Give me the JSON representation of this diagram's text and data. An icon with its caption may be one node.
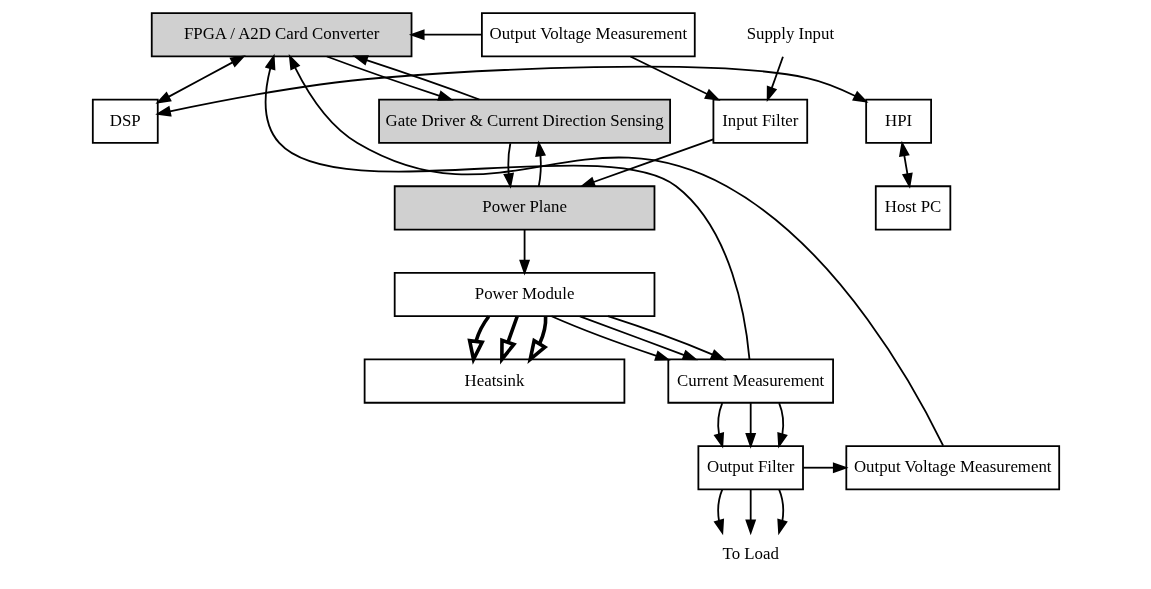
{
  "diagram": {
    "nodes": [
      {
        "text": [
          "FPGA / A2D Card Converter"
        ]
      },
      {
        "text": [
          "DSP"
        ]
      },
      {
        "text": [
          "HPI"
        ]
      },
      {
        "text": [
          "Host PC"
        ]
      },
      {
        "text": [
          "Gate Driver & Current Direction Sensing"
        ]
      },
      {
        "text": [
          "Output Voltage Measurement"
        ]
      },
      {
        "text": [
          "Supply Input"
        ]
      },
      {
        "text": [
          "Power Plane"
        ]
      },
      {
        "text": [
          "Input Filter"
        ]
      },
      {
        "text": [
          "Power Module"
        ]
      },
      {
        "text": [
          "Current Measurement"
        ]
      },
      {
        "text": [
          "Output Voltage Measurement"
        ]
      },
      {
        "text": [
          "Output Filter"
        ]
      },
      {
        "text": [
          "Heatsink"
        ]
      },
      {
        "text": [
          "To Load"
        ]
      }
    ],
    "edges": [
      {
        "from": 0,
        "to": 1,
        "arrow": "both"
      },
      {
        "from": 2,
        "to": 1,
        "arrow": "both"
      },
      {
        "from": 2,
        "to": 3,
        "arrow": "both"
      },
      {
        "from": 4,
        "to": 0,
        "arrow": "to"
      },
      {
        "from": 0,
        "to": 4,
        "arrow": "to"
      },
      {
        "from": 5,
        "to": 0,
        "arrow": "to"
      },
      {
        "from": 6,
        "to": 8,
        "arrow": "to"
      },
      {
        "from": 5,
        "to": 8,
        "arrow": "to"
      },
      {
        "from": 8,
        "to": 7,
        "arrow": "to"
      },
      {
        "from": 4,
        "to": 7,
        "arrow": "to"
      },
      {
        "from": 7,
        "to": 4,
        "arrow": "to"
      },
      {
        "from": 7,
        "to": 9,
        "arrow": "to"
      },
      {
        "from": 9,
        "to": 13,
        "arrow": "to",
        "style": "thick"
      },
      {
        "from": 9,
        "to": 13,
        "arrow": "to",
        "style": "thick"
      },
      {
        "from": 9,
        "to": 13,
        "arrow": "to",
        "style": "thick"
      },
      {
        "from": 9,
        "to": 10,
        "arrow": "to"
      },
      {
        "from": 9,
        "to": 10,
        "arrow": "to"
      },
      {
        "from": 9,
        "to": 10,
        "arrow": "to"
      },
      {
        "from": 10,
        "to": 0,
        "arrow": "to"
      },
      {
        "from": 10,
        "to": 12,
        "arrow": "to"
      },
      {
        "from": 10,
        "to": 12,
        "arrow": "to"
      },
      {
        "from": 10,
        "to": 12,
        "arrow": "to"
      },
      {
        "from": 12,
        "to": 11,
        "arrow": "to"
      },
      {
        "from": 11,
        "to": 0,
        "arrow": "to"
      },
      {
        "from": 12,
        "to": 14,
        "arrow": "to"
      },
      {
        "from": 12,
        "to": 14,
        "arrow": "to"
      },
      {
        "from": 12,
        "to": 14,
        "arrow": "to"
      }
    ]
  }
}
